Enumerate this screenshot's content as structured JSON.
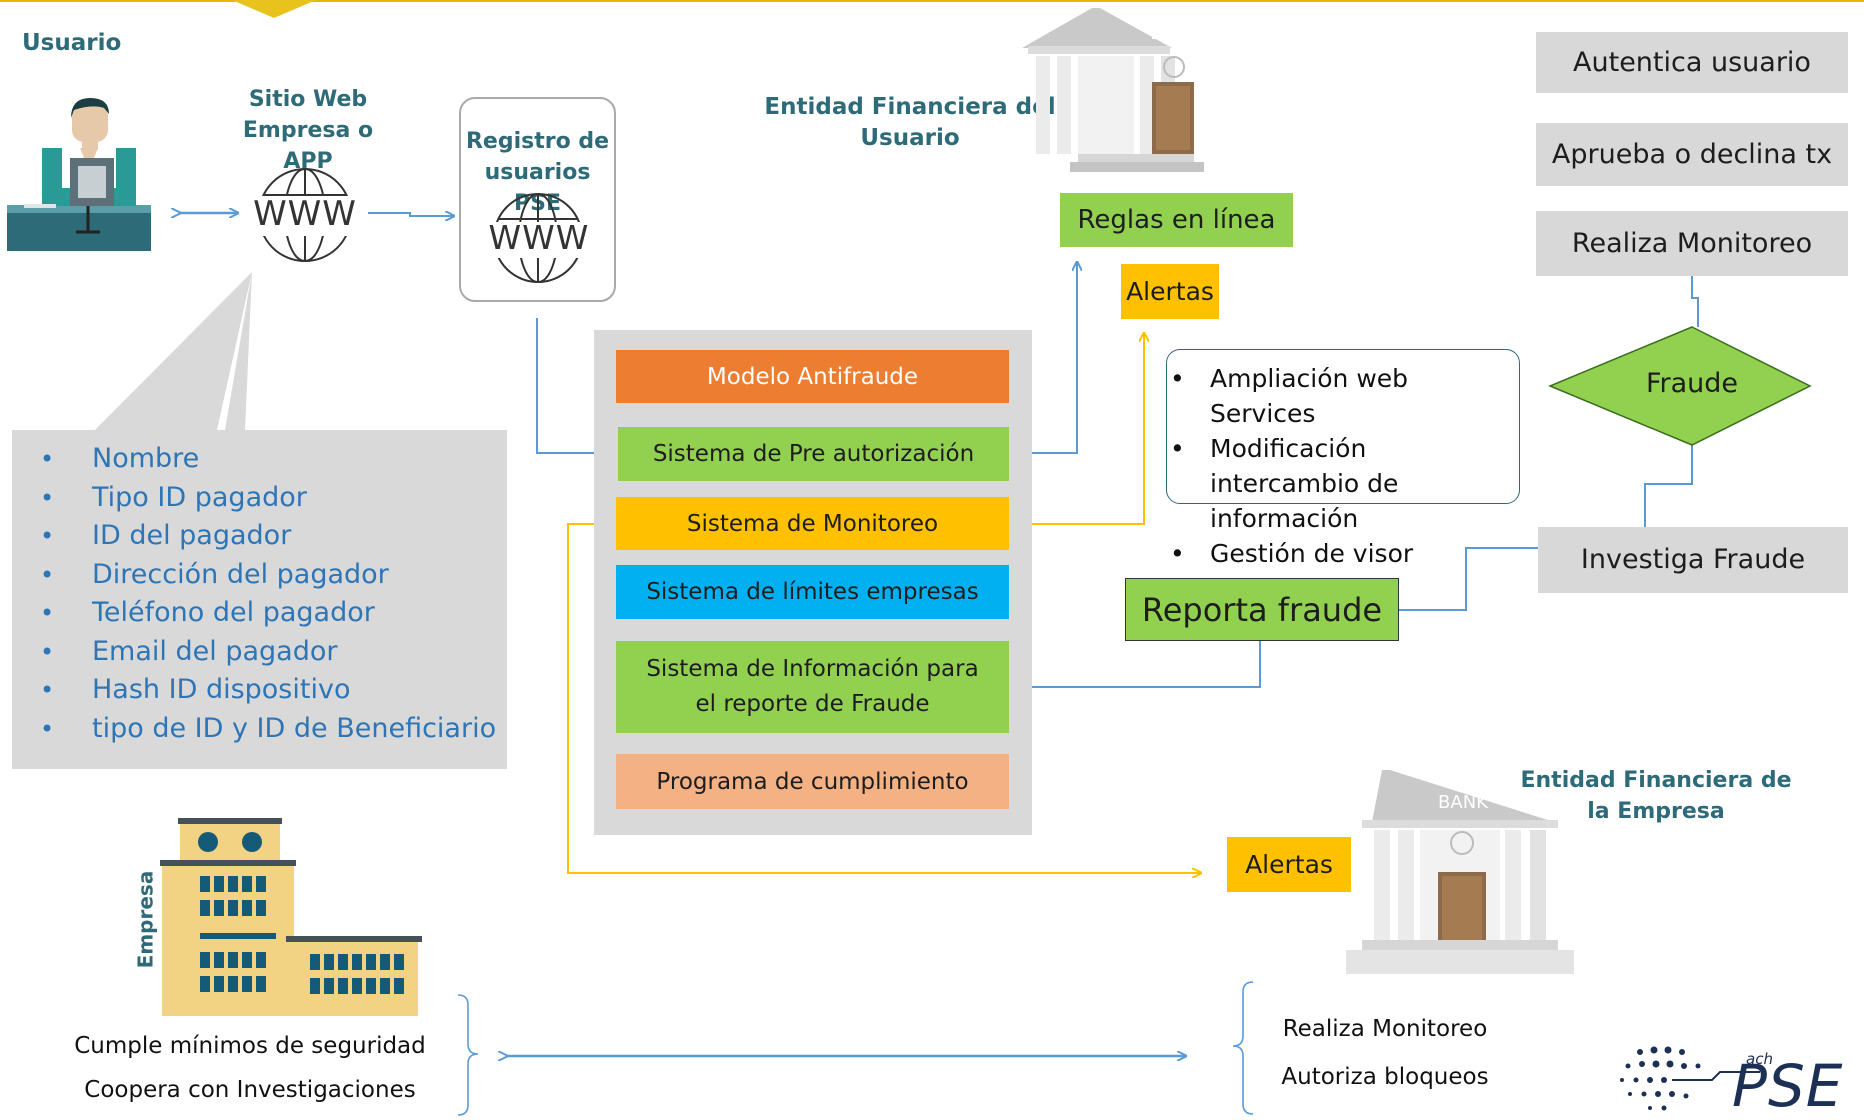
{
  "usuario_label": "Usuario",
  "sitio_web_title": "Sitio Web\nEmpresa o APP",
  "registro_title": "Registro de\nusuarios PSE",
  "www_label": "WWW",
  "entidad_usuario_title": "Entidad Financiera del\nUsuario",
  "entidad_empresa_title": "Entidad Financiera de\nla Empresa",
  "bank_label": "BANK",
  "empresa_label": "Empresa",
  "right_steps": [
    "Autentica usuario",
    "Aprueba o declina tx",
    "Realiza Monitoreo"
  ],
  "fraude_label": "Fraude",
  "investiga_label": "Investiga Fraude",
  "reporta_label": "Reporta fraude",
  "reglas_label": "Reglas en línea",
  "alertas_label": "Alertas",
  "systems": {
    "antifraude": "Modelo Antifraude",
    "preautorizacion": "Sistema de Pre autorización",
    "monitoreo": "Sistema de Monitoreo",
    "limites": "Sistema de límites empresas",
    "informacion": "Sistema de Información para\nel reporte de Fraude",
    "cumplimiento": "Programa de cumplimiento"
  },
  "payer_fields": [
    "Nombre",
    "Tipo ID pagador",
    "ID del pagador",
    "Dirección del pagador",
    "Teléfono del pagador",
    "Email del pagador",
    "Hash ID dispositivo",
    "tipo de ID y ID de Beneficiario"
  ],
  "web_services_items": [
    "Ampliación web Services",
    "Modificación intercambio de información",
    "Gestión de visor monitor+"
  ],
  "empresa_duties": [
    "Cumple mínimos de seguridad",
    "Coopera con Investigaciones"
  ],
  "entidad_duties": [
    "Realiza Monitoreo",
    "Autoriza bloqueos"
  ],
  "logo": {
    "small_text": "ach",
    "brand_text": "PSE"
  },
  "colors": {
    "teal": "#2e6b78",
    "blue_arrow": "#5b9bd5",
    "yellow_arrow": "#ffc000",
    "green": "#92d050",
    "orange": "#ed7d31",
    "cyan": "#00b0f0",
    "peach": "#f4b183"
  }
}
